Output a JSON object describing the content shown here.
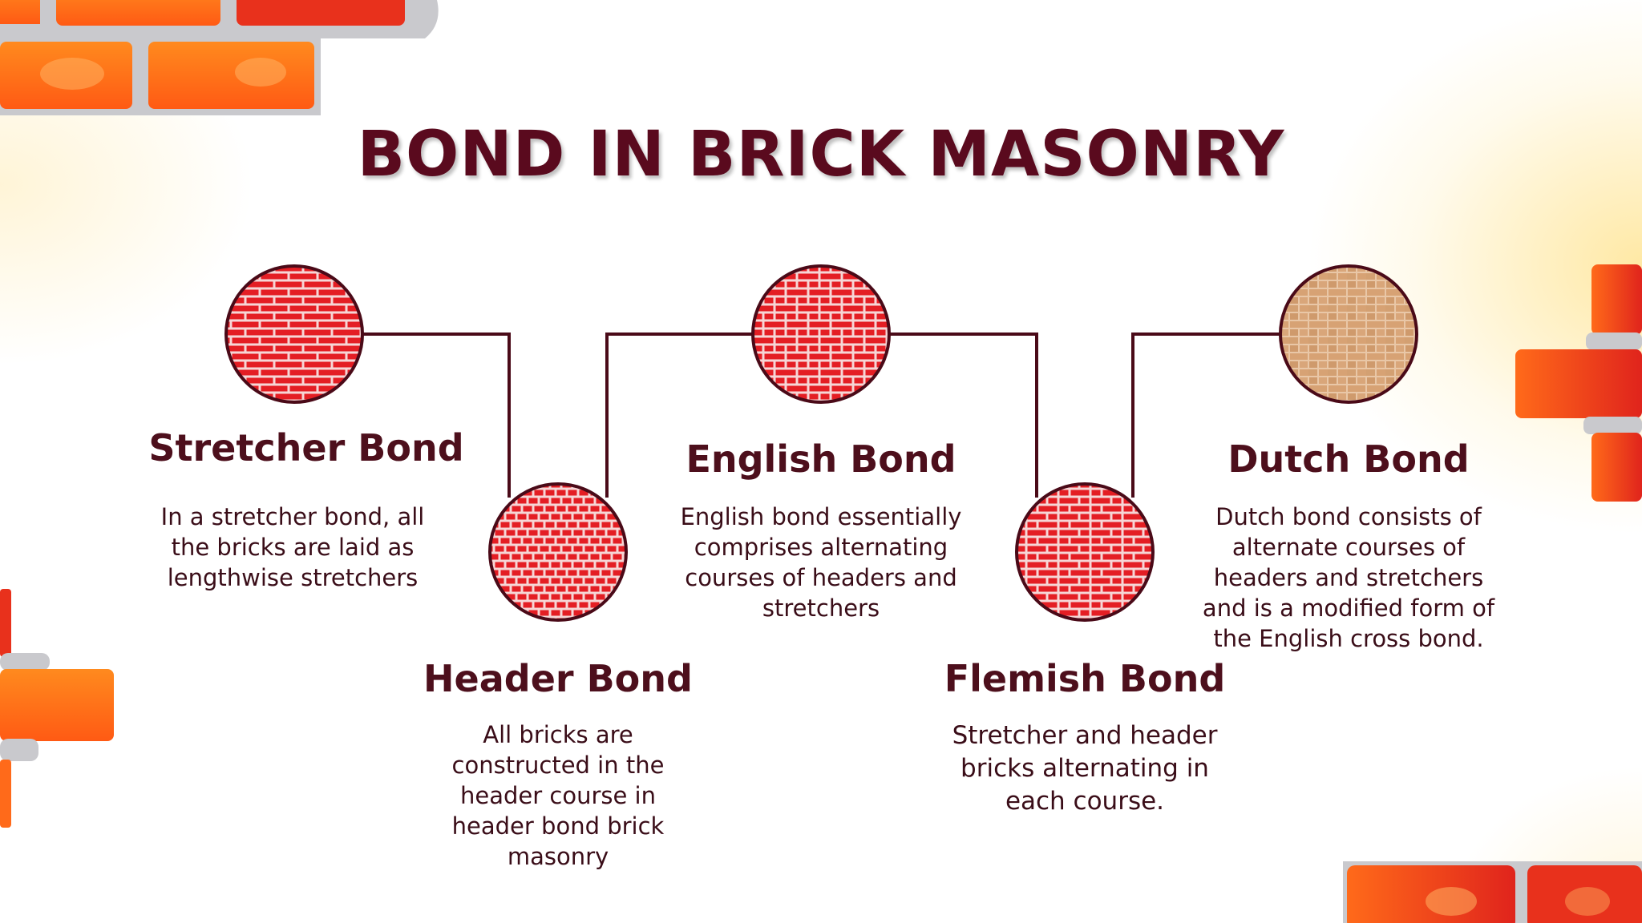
{
  "title": "BOND IN BRICK MASONRY",
  "colors": {
    "accent": "#5a0a1e",
    "brick_red": "#e41e24",
    "brick_orange": "#ff6a1a",
    "dutch_tan": "#d9a476",
    "connector": "#4a0a18"
  },
  "bonds": [
    {
      "heading": "Stretcher Bond",
      "description": "In a stretcher bond, all the bricks are laid as lengthwise stretchers",
      "pattern": "stretcher"
    },
    {
      "heading": "Header Bond",
      "description": "All bricks are constructed in the header course in header bond brick masonry",
      "pattern": "header"
    },
    {
      "heading": "English Bond",
      "description": "English bond essentially comprises alternating courses of headers and stretchers",
      "pattern": "english"
    },
    {
      "heading": "Flemish Bond",
      "description": "Stretcher and header bricks alternating in each course.",
      "pattern": "flemish"
    },
    {
      "heading": "Dutch Bond",
      "description": "Dutch bond consists of alternate courses of headers and stretchers and is a modified form of the English cross bond.",
      "pattern": "dutch"
    }
  ]
}
